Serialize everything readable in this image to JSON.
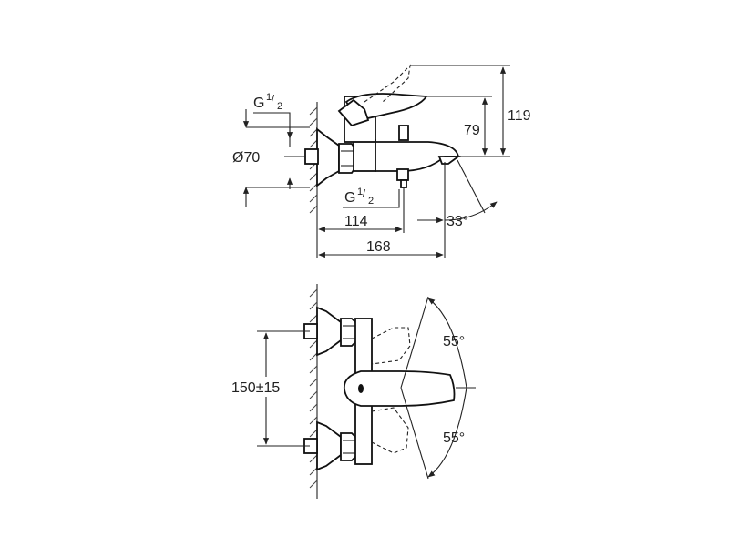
{
  "side_view": {
    "thread_top": {
      "g": "G",
      "num": "1",
      "den": "2"
    },
    "diameter": "Ø70",
    "thread_bottom": {
      "g": "G",
      "num": "1",
      "den": "2"
    },
    "height_119": "119",
    "height_79": "79",
    "width_114": "114",
    "width_168": "168",
    "angle_33": "33°"
  },
  "front_view": {
    "spacing": "150±15",
    "angle_top": "55°",
    "angle_bottom": "55°"
  }
}
